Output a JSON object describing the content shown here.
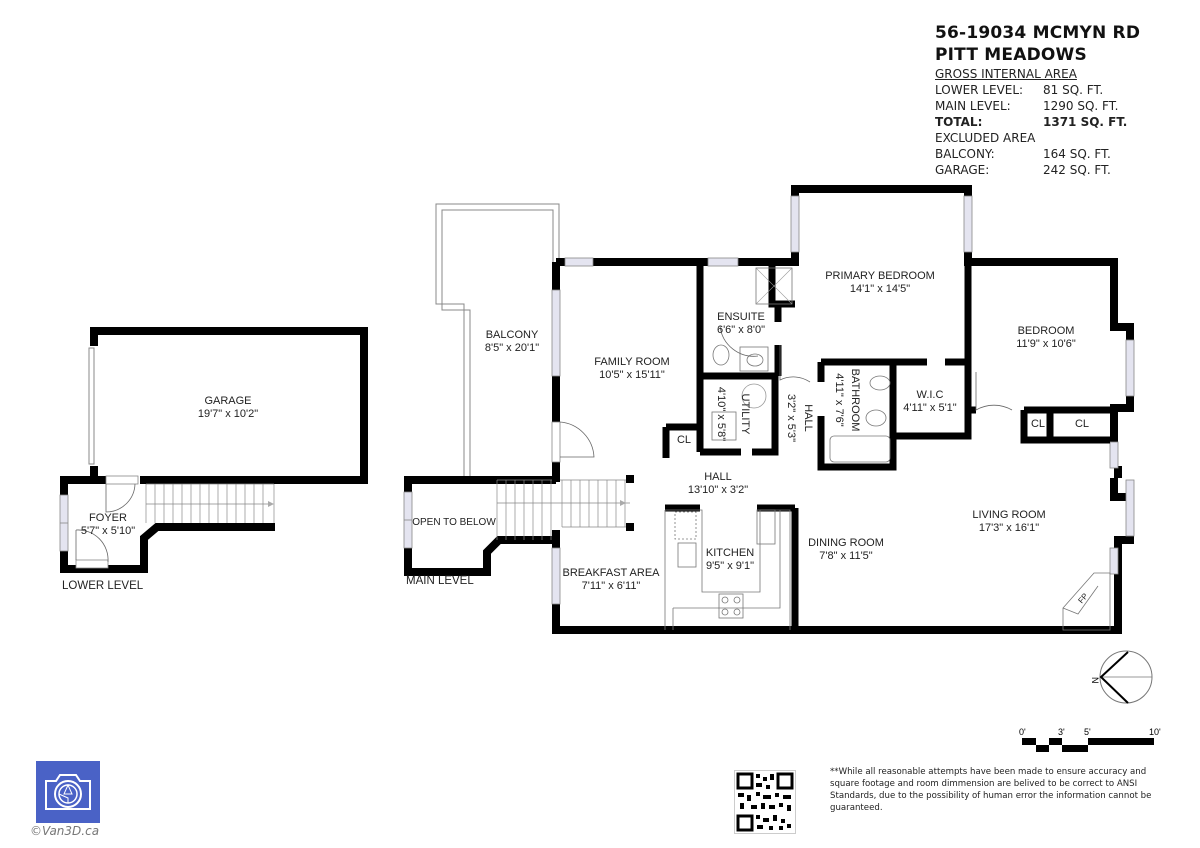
{
  "header": {
    "address_line1": "56-19034 MCMYN RD",
    "address_line2": "PITT MEADOWS"
  },
  "areas": {
    "gross_title": "GROSS INTERNAL AREA",
    "gross": [
      {
        "label": "LOWER LEVEL:",
        "value": "81 SQ. FT."
      },
      {
        "label": "MAIN LEVEL:",
        "value": "1290 SQ. FT."
      }
    ],
    "total": {
      "label": "TOTAL:",
      "value": "1371 SQ. FT."
    },
    "excluded_title": "EXCLUDED AREA",
    "excluded": [
      {
        "label": "BALCONY:",
        "value": "164 SQ. FT."
      },
      {
        "label": "GARAGE:",
        "value": "242 SQ. FT."
      }
    ]
  },
  "levels": {
    "lower": "LOWER LEVEL",
    "main": "MAIN LEVEL"
  },
  "rooms": {
    "garage": {
      "name": "GARAGE",
      "dims": "19'7\" x 10'2\""
    },
    "foyer": {
      "name": "FOYER",
      "dims": "5'7\" x 5'10\""
    },
    "balcony": {
      "name": "BALCONY",
      "dims": "8'5\" x 20'1\""
    },
    "open_to_below": {
      "name": "OPEN TO BELOW"
    },
    "family_room": {
      "name": "FAMILY ROOM",
      "dims": "10'5\" x 15'11\""
    },
    "ensuite": {
      "name": "ENSUITE",
      "dims": "6'6\" x 8'0\""
    },
    "primary_bedroom": {
      "name": "PRIMARY BEDROOM",
      "dims": "14'1\" x 14'5\""
    },
    "bedroom": {
      "name": "BEDROOM",
      "dims": "11'9\" x 10'6\""
    },
    "utility": {
      "name": "UTILITY",
      "dims": "4'10\" x 5'8\""
    },
    "hall_small": {
      "name": "HALL",
      "dims": "3'2\" x 5'3\""
    },
    "bathroom": {
      "name": "BATHROOM",
      "dims": "4'11\" x 7'6\""
    },
    "wic": {
      "name": "W.I.C",
      "dims": "4'11\" x 5'1\""
    },
    "closet1": {
      "name": "CL"
    },
    "closet2": {
      "name": "CL"
    },
    "closet3": {
      "name": "CL"
    },
    "hall": {
      "name": "HALL",
      "dims": "13'10\" x 3'2\""
    },
    "kitchen": {
      "name": "KITCHEN",
      "dims": "9'5\" x 9'1\""
    },
    "breakfast": {
      "name": "BREAKFAST AREA",
      "dims": "7'11\" x 6'11\""
    },
    "dining": {
      "name": "DINING ROOM",
      "dims": "7'8\" x 11'5\""
    },
    "living": {
      "name": "LIVING ROOM",
      "dims": "17'3\" x 16'1\""
    },
    "fireplace": {
      "name": "FP"
    }
  },
  "compass": {
    "north_label": "N"
  },
  "scale": {
    "ticks": [
      "0'",
      "3'",
      "5'",
      "10'"
    ]
  },
  "disclaimer": "**While all reasonable attempts have been made to ensure accuracy and square footage and room dimmension are belived to be correct to ANSI Standards, due to the possibility of human error the information cannot be guaranteed.",
  "brand": {
    "copyright": "©Van3D.ca",
    "color": "#4a62c6"
  },
  "colors": {
    "wall": "#000000",
    "window": "#e4e4f0",
    "fixture": "#777777"
  }
}
